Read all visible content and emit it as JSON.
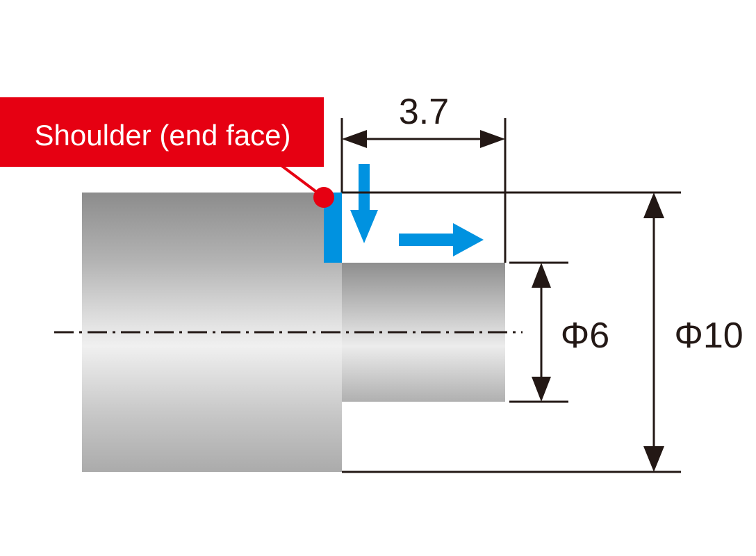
{
  "callout": {
    "label": "Shoulder (end face)",
    "color": "#e60012"
  },
  "dimensions": {
    "shoulder_length": "3.7",
    "small_diameter": "Φ6",
    "large_diameter": "Φ10"
  },
  "colors": {
    "tool_path": "#0092e0",
    "dimension_line": "#231815",
    "callout": "#e60012"
  },
  "icons": {
    "feed_down": "arrow-down-icon",
    "feed_right": "arrow-right-icon"
  }
}
